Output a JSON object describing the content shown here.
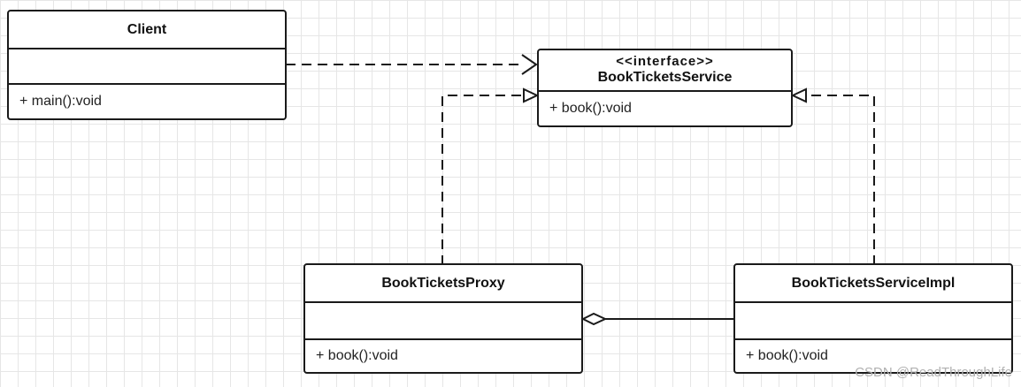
{
  "classes": {
    "client": {
      "name": "Client",
      "method": "+ main():void"
    },
    "service": {
      "stereotype": "<<interface>>",
      "name": "BookTicketsService",
      "method": "+ book():void"
    },
    "proxy": {
      "name": "BookTicketsProxy",
      "method": "+ book():void"
    },
    "impl": {
      "name": "BookTicketsServiceImpl",
      "method": "+ book():void"
    }
  },
  "relations": [
    {
      "from": "Client",
      "to": "BookTicketsService",
      "type": "dependency"
    },
    {
      "from": "BookTicketsProxy",
      "to": "BookTicketsService",
      "type": "realization"
    },
    {
      "from": "BookTicketsServiceImpl",
      "to": "BookTicketsService",
      "type": "realization"
    },
    {
      "from": "BookTicketsProxy",
      "to": "BookTicketsServiceImpl",
      "type": "aggregation"
    }
  ],
  "watermark": "CSDN @ReadThroughLife",
  "colors": {
    "line": "#1a1a1a",
    "grid": "#e6e6e6",
    "watermark": "#b0b0b0"
  }
}
